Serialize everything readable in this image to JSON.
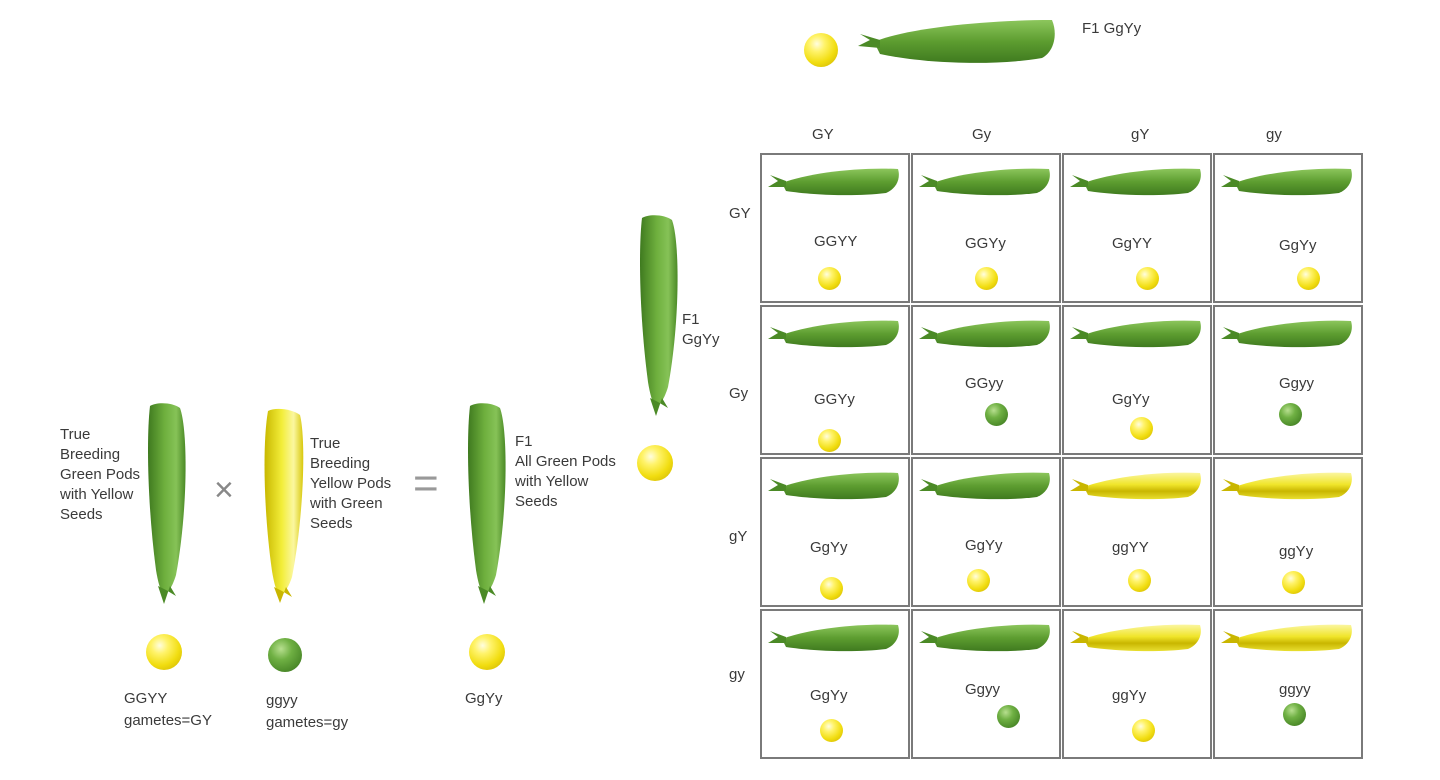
{
  "left": {
    "parent1": {
      "label": "True\nBreeding\nGreen Pods\nwith Yellow\nSeeds",
      "genotype": "GGYY",
      "gametes": "gametes=GY"
    },
    "cross_symbol": "×",
    "parent2": {
      "label": "True\nBreeding\nYellow Pods\nwith Green\nSeeds",
      "genotype": "ggyy",
      "gametes": "gametes=gy"
    },
    "equals_symbol": "=",
    "f1": {
      "label": "F1\nAll Green Pods\nwith Yellow\nSeeds",
      "genotype": "GgYy"
    }
  },
  "middle": {
    "label": "F1\nGgYy"
  },
  "top": {
    "label": "F1 GgYy"
  },
  "colors": {
    "green_pod": "#5f9e2e",
    "yellow_pod": "#e8df1a",
    "yellow_seed": "#f1dd10",
    "green_seed": "#4f8e2c"
  },
  "punnett": {
    "col_headers": [
      "GY",
      "Gy",
      "gY",
      "gy"
    ],
    "row_headers": [
      "GY",
      "Gy",
      "gY",
      "gy"
    ],
    "cells": [
      [
        {
          "genotype": "GGYY",
          "pod": "green",
          "seed": "yellow"
        },
        {
          "genotype": "GGYy",
          "pod": "green",
          "seed": "yellow"
        },
        {
          "genotype": "GgYY",
          "pod": "green",
          "seed": "yellow"
        },
        {
          "genotype": "GgYy",
          "pod": "green",
          "seed": "yellow"
        }
      ],
      [
        {
          "genotype": "GGYy",
          "pod": "green",
          "seed": "yellow"
        },
        {
          "genotype": "GGyy",
          "pod": "green",
          "seed": "green"
        },
        {
          "genotype": "GgYy",
          "pod": "green",
          "seed": "yellow"
        },
        {
          "genotype": "Ggyy",
          "pod": "green",
          "seed": "green"
        }
      ],
      [
        {
          "genotype": "GgYy",
          "pod": "green",
          "seed": "yellow"
        },
        {
          "genotype": "GgYy",
          "pod": "green",
          "seed": "yellow"
        },
        {
          "genotype": "ggYY",
          "pod": "yellow",
          "seed": "yellow"
        },
        {
          "genotype": "ggYy",
          "pod": "yellow",
          "seed": "yellow"
        }
      ],
      [
        {
          "genotype": "GgYy",
          "pod": "green",
          "seed": "yellow"
        },
        {
          "genotype": "Ggyy",
          "pod": "green",
          "seed": "green"
        },
        {
          "genotype": "ggYy",
          "pod": "yellow",
          "seed": "yellow"
        },
        {
          "genotype": "ggyy",
          "pod": "yellow",
          "seed": "green"
        }
      ]
    ]
  }
}
